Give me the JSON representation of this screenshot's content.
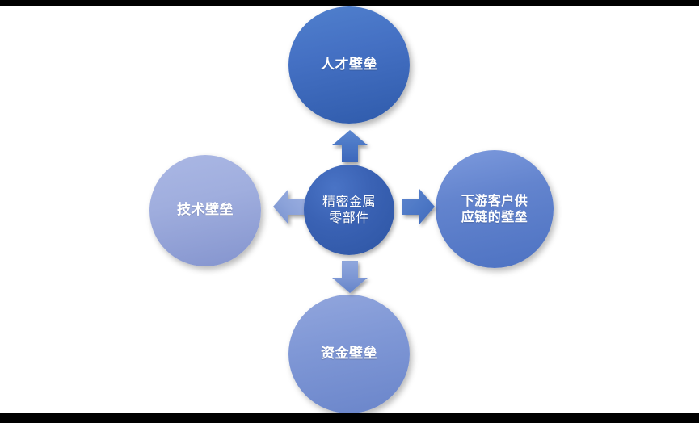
{
  "diagram": {
    "type": "radial-hub-and-spoke",
    "title_text_present": false,
    "background_color": "#ffffff",
    "letterbox_color": "#000000",
    "center": {
      "id": "center",
      "label": "精密金属\n零部件",
      "line1": "精密金属",
      "line2": "零部件",
      "fill": "#3a62b4",
      "text_color": "#ffffff",
      "bold": false
    },
    "nodes": [
      {
        "id": "top",
        "position": "top",
        "label": "人才壁垒",
        "lines": [
          "人才壁垒"
        ],
        "fill": "#4571c4",
        "text_color": "#ffffff",
        "bold": true
      },
      {
        "id": "right",
        "position": "right",
        "label": "下游客户供应链的壁垒",
        "lines": [
          "下游客户供",
          "应链的壁垒"
        ],
        "fill": "#6384ce",
        "text_color": "#ffffff",
        "bold": true
      },
      {
        "id": "bottom",
        "position": "bottom",
        "label": "资金壁垒",
        "lines": [
          "资金壁垒"
        ],
        "fill": "#8098d6",
        "text_color": "#ffffff",
        "bold": true
      },
      {
        "id": "left",
        "position": "left",
        "label": "技术壁垒",
        "lines": [
          "技术壁垒"
        ],
        "fill": "#a0aede",
        "text_color": "#ffffff",
        "bold": true
      }
    ],
    "arrows": [
      {
        "id": "up",
        "direction": "up",
        "from": "center",
        "to": "top",
        "fill": "#4e79c6"
      },
      {
        "id": "right",
        "direction": "right",
        "from": "center",
        "to": "right",
        "fill": "#4e79c6"
      },
      {
        "id": "down",
        "direction": "down",
        "from": "center",
        "to": "bottom",
        "fill": "#7d97d6"
      },
      {
        "id": "left",
        "direction": "left",
        "from": "center",
        "to": "left",
        "fill": "#8ba2d9"
      }
    ]
  }
}
